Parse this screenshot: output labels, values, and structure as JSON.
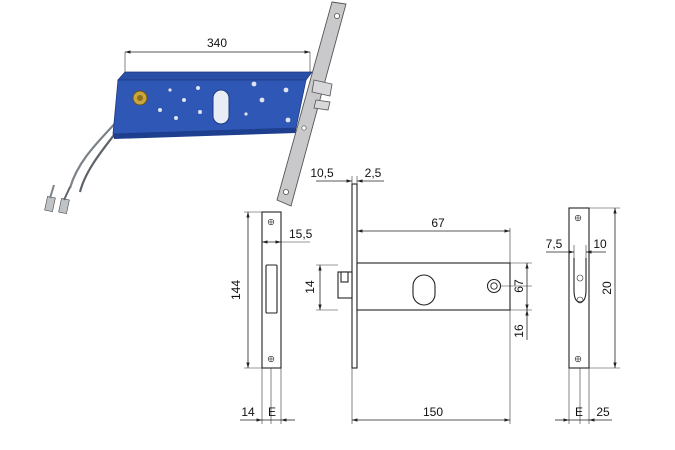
{
  "colors": {
    "lock_body": "#2f57b5",
    "lock_body_dark": "#1e3f8f",
    "faceplate": "#c9c9cc",
    "wire": "#7c8288",
    "connector": "#bfc3c6",
    "line": "#222222"
  },
  "perspective": {
    "dim_length": "340"
  },
  "front_view": {
    "dim_width": "15,5",
    "dim_height": "144",
    "dim_bottom_offset": "14",
    "dim_bottom_label": "E"
  },
  "side_view": {
    "dim_plate_thickness": "10,5",
    "dim_plate_gap": "2,5",
    "dim_body_length": "67",
    "dim_body_height_left": "14",
    "dim_body_height_right": "67",
    "dim_lower": "16",
    "dim_total_length": "150"
  },
  "strike_view": {
    "dim_left": "7,5",
    "dim_right": "10",
    "dim_height": "20",
    "dim_bottom_label": "E",
    "dim_bottom_width": "25"
  }
}
